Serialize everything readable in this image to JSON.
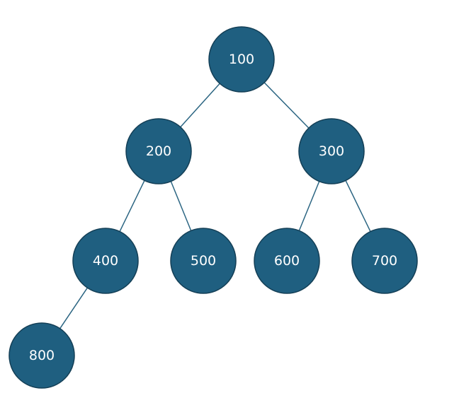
{
  "colors": {
    "node_fill": "#1f5f80",
    "node_stroke": "#143f56",
    "edge": "#2b6582",
    "label": "#ffffff"
  },
  "tree": {
    "nodes": [
      {
        "id": "n100",
        "label": "100"
      },
      {
        "id": "n200",
        "label": "200"
      },
      {
        "id": "n300",
        "label": "300"
      },
      {
        "id": "n400",
        "label": "400"
      },
      {
        "id": "n500",
        "label": "500"
      },
      {
        "id": "n600",
        "label": "600"
      },
      {
        "id": "n700",
        "label": "700"
      },
      {
        "id": "n800",
        "label": "800"
      }
    ],
    "edges": [
      {
        "from": "n100",
        "to": "n200"
      },
      {
        "from": "n100",
        "to": "n300"
      },
      {
        "from": "n200",
        "to": "n400"
      },
      {
        "from": "n200",
        "to": "n500"
      },
      {
        "from": "n300",
        "to": "n600"
      },
      {
        "from": "n300",
        "to": "n700"
      },
      {
        "from": "n400",
        "to": "n800"
      }
    ]
  }
}
